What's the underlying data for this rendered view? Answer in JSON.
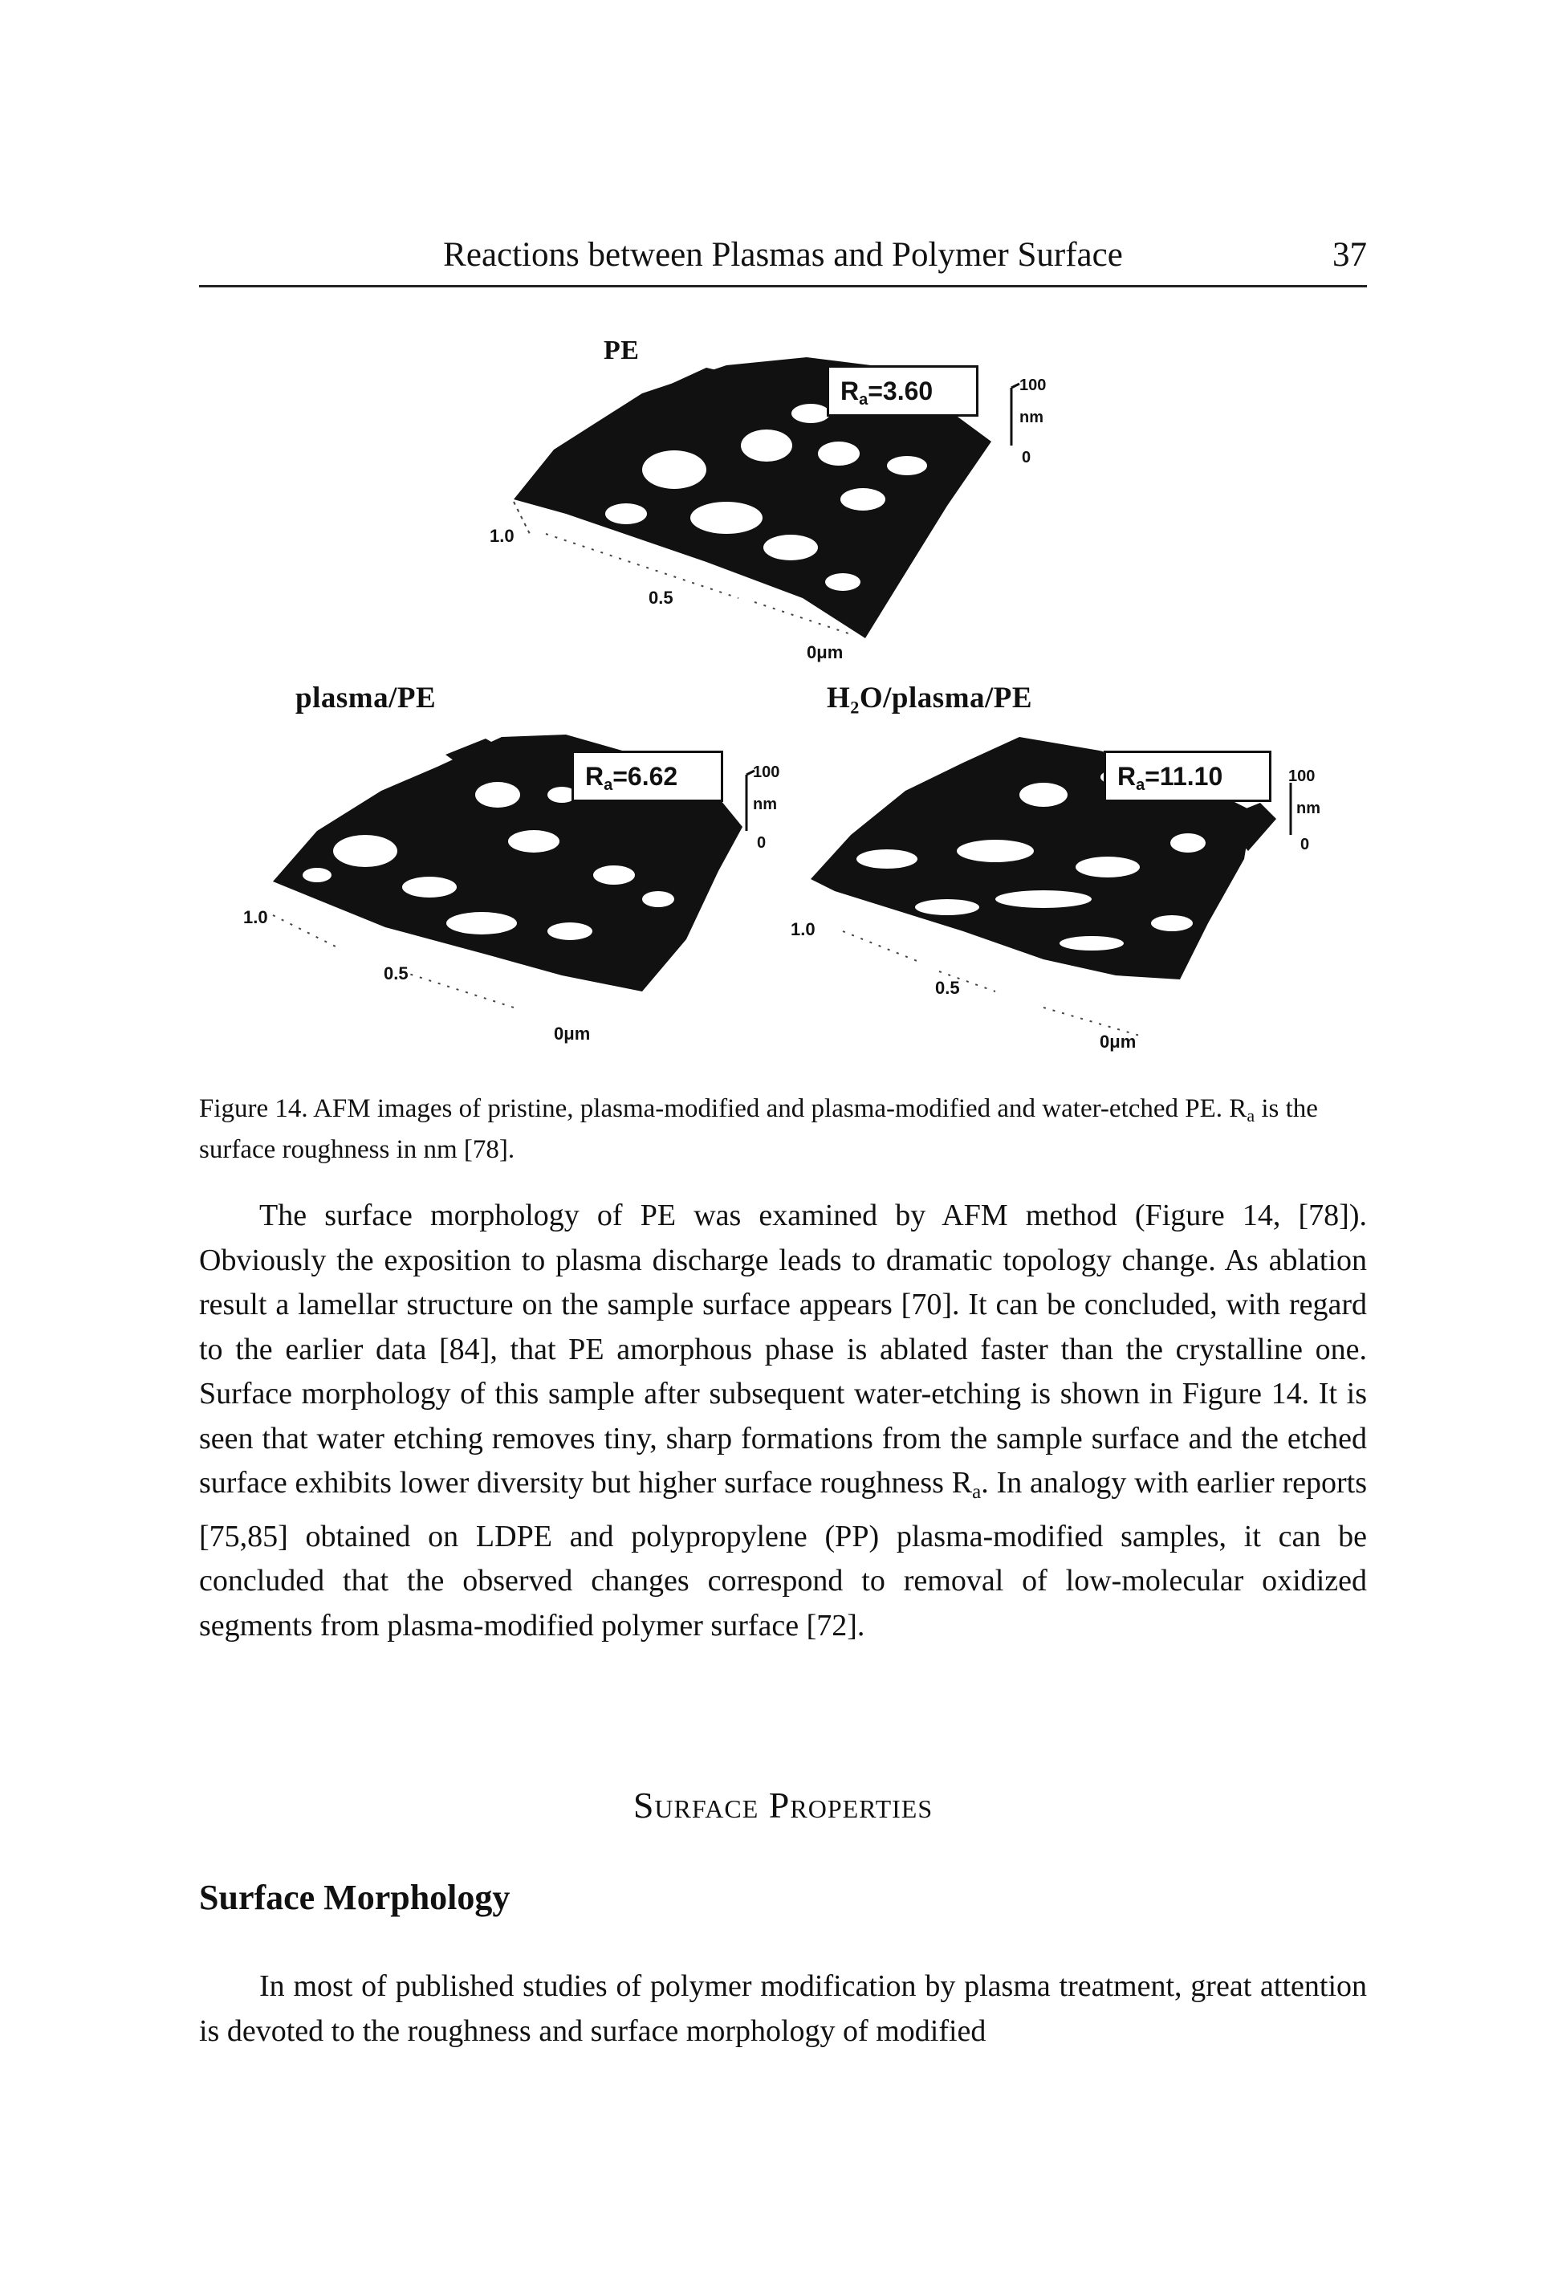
{
  "header": {
    "running_title": "Reactions between Plasmas and Polymer Surface",
    "page_number": "37"
  },
  "figure": {
    "panels": [
      {
        "label": "PE",
        "ra_prefix": "R",
        "ra_sub": "a",
        "ra_value": "=3.60",
        "scale_top": "100",
        "scale_unit": "nm",
        "scale_bottom": "0",
        "axis_tick_1": "1.0",
        "axis_tick_2": "0.5",
        "axis_origin": "0μm"
      },
      {
        "label": "plasma/PE",
        "ra_prefix": "R",
        "ra_sub": "a",
        "ra_value": "=6.62",
        "scale_top": "100",
        "scale_unit": "nm",
        "scale_bottom": "0",
        "axis_tick_1": "1.0",
        "axis_tick_2": "0.5",
        "axis_origin": "0μm"
      },
      {
        "label": "H₂O/plasma/PE",
        "ra_prefix": "R",
        "ra_sub": "a",
        "ra_value": "=11.10",
        "scale_top": "100",
        "scale_unit": "nm",
        "scale_bottom": "0",
        "axis_tick_1": "1.0",
        "axis_tick_2": "0.5",
        "axis_origin": "0μm"
      }
    ],
    "caption_main": "Figure 14. AFM images of pristine, plasma-modified and plasma-modified and water-etched PE. R",
    "caption_sub": "a",
    "caption_end": " is the surface roughness in nm [78]."
  },
  "body": {
    "paragraph1_a": "The surface morphology of PE was examined by AFM method (Figure 14, [78]). Obviously the exposition to plasma discharge leads to dramatic topology change. As ablation result a lamellar structure on the sample surface appears [70]. It can be concluded, with regard to the earlier data [84], that PE amorphous phase is ablated faster than the crystalline one. Surface morphology of this sample after subsequent water-etching is shown in Figure 14. It is seen that water etching removes tiny, sharp formations from the sample surface and the etched surface exhibits lower diversity but higher surface roughness R",
    "paragraph1_sub": "a",
    "paragraph1_b": ". In analogy with earlier reports [75,85] obtained on LDPE and polypropylene (PP) plasma-modified samples, it can be concluded that the observed changes correspond to removal of low-molecular oxidized segments from plasma-modified polymer surface [72].",
    "section_title": "Surface Properties",
    "subsection_title": "Surface Morphology",
    "paragraph2": "In most of published studies of polymer modification by plasma treatment, great attention is devoted to the roughness and surface morphology of modified"
  }
}
